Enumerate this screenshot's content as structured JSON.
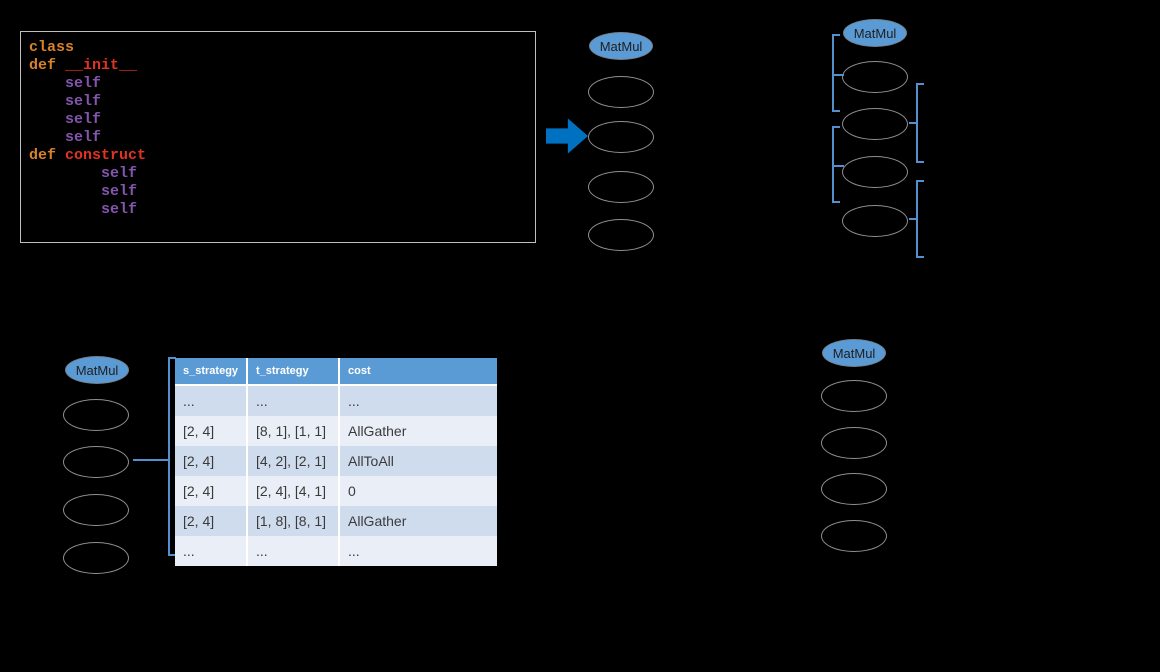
{
  "code_block": {
    "lines": [
      {
        "indent": 0,
        "tokens": [
          {
            "text": "class",
            "style": "kw"
          }
        ]
      },
      {
        "indent": 0,
        "tokens": [
          {
            "text": "def ",
            "style": "kw"
          },
          {
            "text": "__init__",
            "style": "name"
          }
        ]
      },
      {
        "indent": 1,
        "tokens": [
          {
            "text": "self",
            "style": "self"
          }
        ]
      },
      {
        "indent": 1,
        "tokens": [
          {
            "text": "self",
            "style": "self"
          }
        ]
      },
      {
        "indent": 1,
        "tokens": [
          {
            "text": "self",
            "style": "self"
          }
        ]
      },
      {
        "indent": 1,
        "tokens": [
          {
            "text": "self",
            "style": "self"
          }
        ]
      },
      {
        "indent": 0,
        "tokens": [
          {
            "text": "def ",
            "style": "kw"
          },
          {
            "text": "construct",
            "style": "name"
          }
        ]
      },
      {
        "indent": 2,
        "tokens": [
          {
            "text": "self",
            "style": "self"
          }
        ]
      },
      {
        "indent": 2,
        "tokens": [
          {
            "text": "self",
            "style": "self"
          }
        ]
      },
      {
        "indent": 2,
        "tokens": [
          {
            "text": "self",
            "style": "self"
          }
        ]
      }
    ]
  },
  "flow_arrow": {
    "direction": "right",
    "color": "#0070C0"
  },
  "groups": {
    "top_middle": {
      "head_label": "MatMul"
    },
    "top_right": {
      "head_label": "MatMul"
    },
    "bottom_left": {
      "head_label": "MatMul"
    },
    "bottom_right": {
      "head_label": "MatMul"
    }
  },
  "strategy_table": {
    "headers": [
      "s_strategy",
      "t_strategy",
      "cost"
    ],
    "rows": [
      [
        "...",
        "...",
        "..."
      ],
      [
        "[2, 4]",
        "[8, 1], [1, 1]",
        "AllGather"
      ],
      [
        "[2, 4]",
        "[4, 2], [2, 1]",
        "AllToAll"
      ],
      [
        "[2, 4]",
        "[2, 4], [4, 1]",
        "0"
      ],
      [
        "[2, 4]",
        "[1, 8], [8, 1]",
        "AllGather"
      ],
      [
        "...",
        "...",
        "..."
      ]
    ]
  },
  "colors": {
    "background": "#000000",
    "node_fill_blue": "#5B9BD5",
    "node_outline_gray": "#909090",
    "arrow_blue": "#0070C0",
    "bracket_blue": "#5490CE",
    "keyword_orange": "#D9822B",
    "name_red": "#E43222",
    "self_purple": "#8455AE",
    "table_header_bg": "#5B9BD5",
    "table_band_dark": "#CFDCEE",
    "table_band_light": "#E9EEF7"
  }
}
